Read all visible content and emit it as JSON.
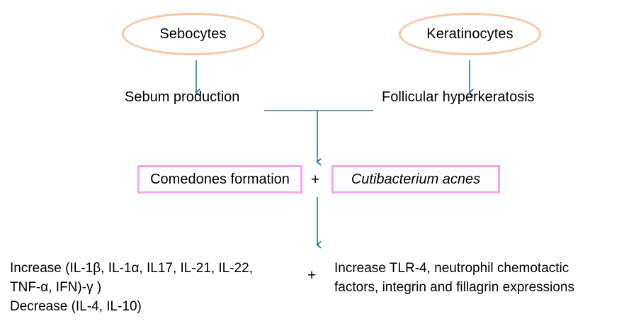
{
  "figure": {
    "type": "flow-diagram",
    "topic": "Acne pathogenesis pathway",
    "colors": {
      "ellipse_border": "#F5C6A5",
      "box_border": "#F2A8E8",
      "connector": "#2E7699",
      "text": "#000000",
      "background": "#FFFFFF"
    }
  },
  "nodes": {
    "sebocytes": {
      "label": "Sebocytes",
      "shape": "ellipse"
    },
    "keratinocytes": {
      "label": "Keratinocytes",
      "shape": "ellipse"
    },
    "sebum_production": {
      "label": "Sebum production",
      "shape": "text"
    },
    "follicular_hyperkeratosis": {
      "label": "Follicular hyperkeratosis",
      "shape": "text"
    },
    "comedones": {
      "label": "Comedones formation",
      "shape": "box"
    },
    "cutibacterium": {
      "label": "Cutibacterium acnes",
      "shape": "box",
      "style": "italic"
    }
  },
  "operators": {
    "plus_middle": "+",
    "plus_bottom": "+"
  },
  "outcomes": {
    "left": {
      "line1": "Increase (IL-1β, IL-1α, IL17, IL-21, IL-22,",
      "line2": "TNF-α, IFN)-γ )",
      "line3": "Decrease (IL-4, IL-10)"
    },
    "right": {
      "line1": "Increase TLR-4, neutrophil chemotactic",
      "line2": "factors, integrin and fillagrin expressions"
    }
  }
}
